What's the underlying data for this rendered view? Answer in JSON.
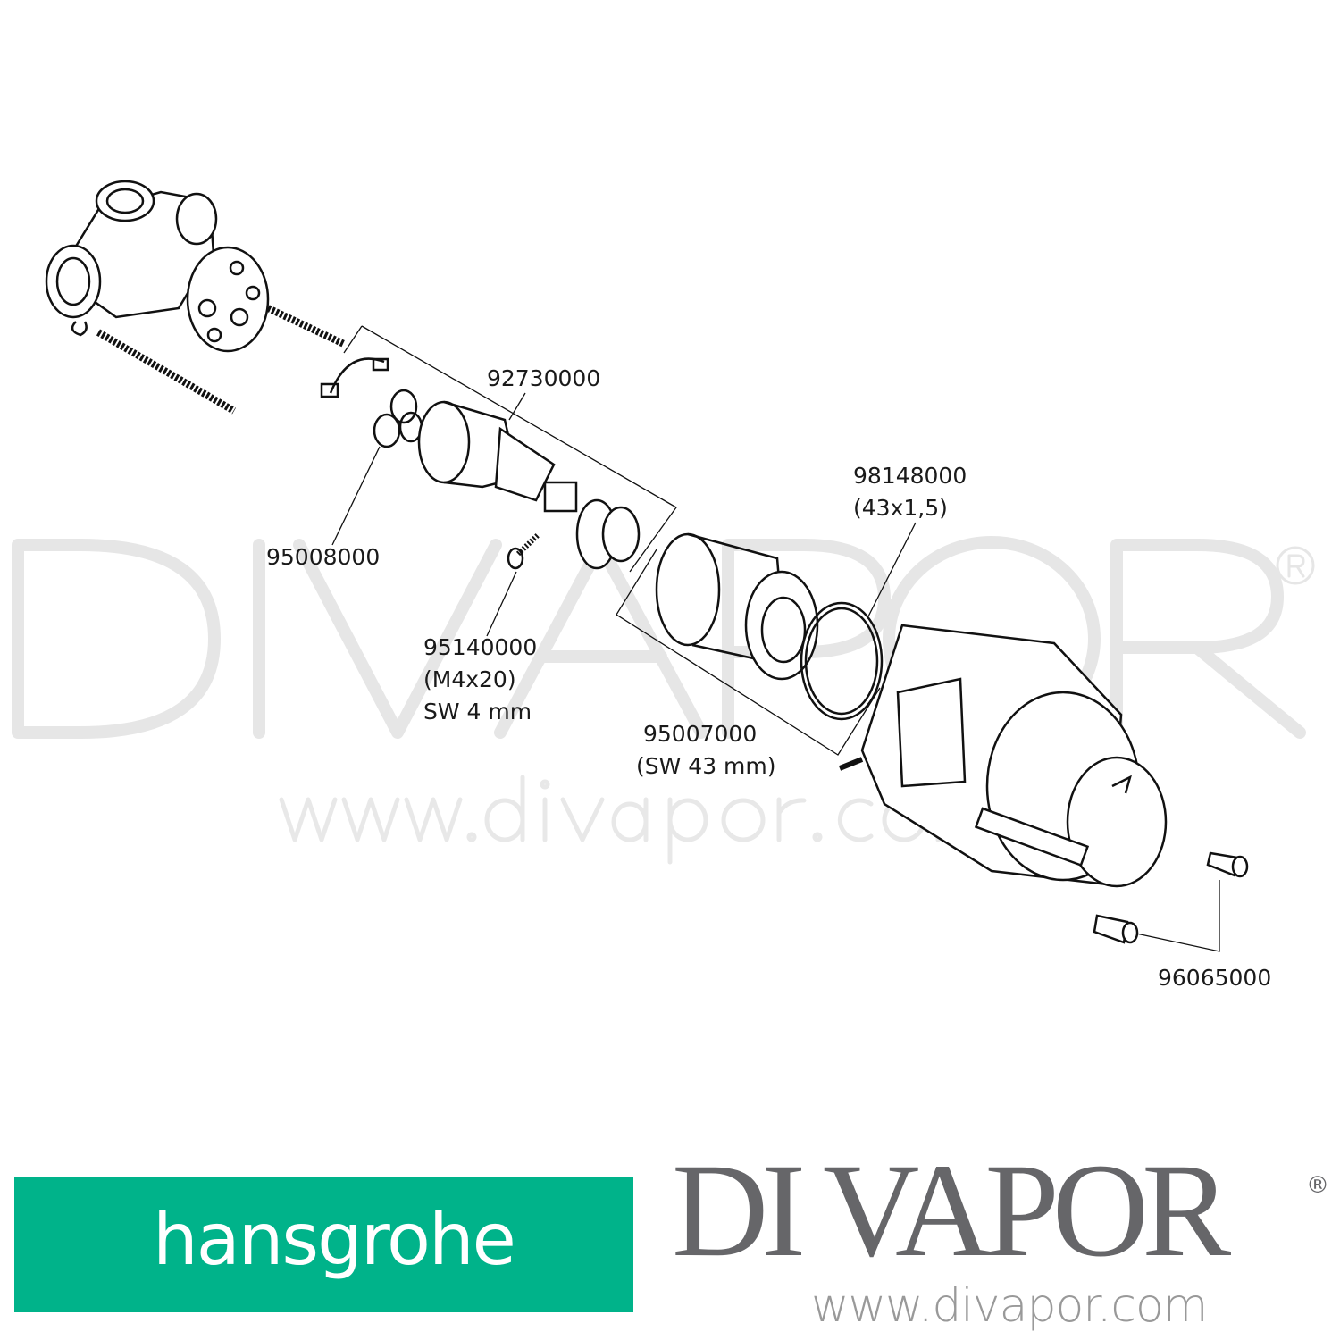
{
  "watermark": {
    "brand": "DI VAPOR",
    "registered": "®",
    "url": "www.divapor.com"
  },
  "parts": [
    {
      "number": "92730000",
      "spec": [],
      "part": "cartridge"
    },
    {
      "number": "95008000",
      "spec": [],
      "part": "seal"
    },
    {
      "number": "95140000",
      "spec": [
        "(M4x20)",
        "SW 4 mm"
      ],
      "part": "screw"
    },
    {
      "number": "95007000",
      "spec": [
        "(SW 43 mm)"
      ],
      "part": "sleeve"
    },
    {
      "number": "98148000",
      "spec": [
        "(43x1,5)"
      ],
      "part": "o-ring"
    },
    {
      "number": "96065000",
      "spec": [],
      "part": "pins"
    }
  ],
  "footer": {
    "brand_logo": "hansgrohe",
    "dealer_logo": "DI VAPOR",
    "dealer_registered": "®",
    "dealer_url": "www.divapor.com",
    "brand_color": "#00b38a",
    "dealer_color": "#666669"
  }
}
